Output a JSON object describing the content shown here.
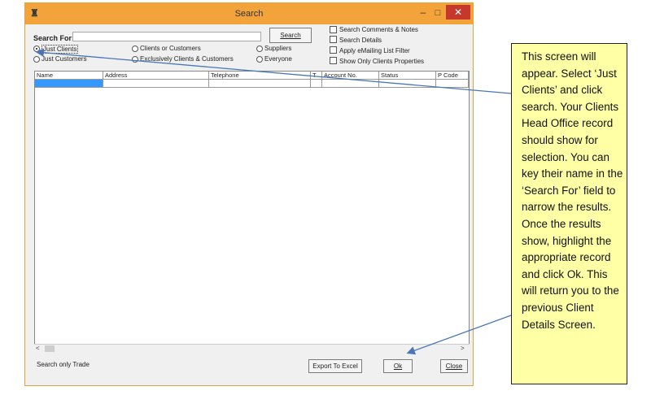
{
  "window": {
    "title": "Search",
    "min_glyph": "–",
    "max_glyph": "□",
    "close_glyph": "✕",
    "app_icon": "app-icon"
  },
  "search": {
    "label": "Search For:",
    "value": "",
    "button_label": "Search"
  },
  "radios": [
    {
      "label": "Just Clients",
      "selected": true
    },
    {
      "label": "Just Customers",
      "selected": false
    },
    {
      "label": "Clients or Customers",
      "selected": false
    },
    {
      "label": "Exclusively Clients & Customers",
      "selected": false
    },
    {
      "label": "Suppliers",
      "selected": false
    },
    {
      "label": "Everyone",
      "selected": false
    }
  ],
  "checkboxes": [
    {
      "label": "Search Comments & Notes",
      "checked": false
    },
    {
      "label": "Search Details",
      "checked": false
    },
    {
      "label": "Apply eMailing List Filter",
      "checked": false
    },
    {
      "label": "Show Only Clients Properties",
      "checked": false
    }
  ],
  "grid": {
    "columns": [
      "Name",
      "Address",
      "Telephone",
      "T",
      "Account No.",
      "Status",
      "P Code"
    ]
  },
  "status_text": "Search only Trade",
  "buttons": {
    "export": "Export To Excel",
    "ok": "Ok",
    "close": "Close"
  },
  "scroll": {
    "left": "<",
    "right": ">"
  },
  "note": {
    "para1": "This screen will appear. Select ‘Just Clients’ and click search. Your Clients Head Office record should show for selection. You can key their name in the ‘Search For’ field to narrow the results.",
    "para2": "Once the results show, highlight the appropriate record and click Ok. This will return you to the previous Client Details Screen."
  },
  "colors": {
    "titlebar": "#f2a43a",
    "close": "#c7382c",
    "selection": "#3399ff",
    "note_bg": "#ffffa6",
    "arrow": "#4a76b8"
  }
}
